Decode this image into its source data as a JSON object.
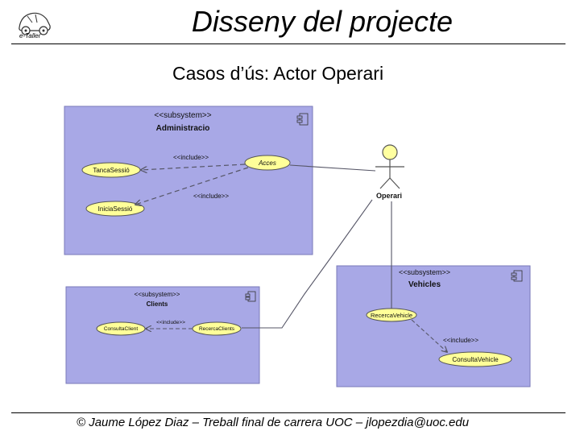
{
  "header": {
    "logo_text": "e-Taller",
    "title": "Disseny del projecte"
  },
  "subtitle": "Casos d’ús: Actor Operari",
  "footer": "© Jaume López Diaz – Treball final de carrera UOC – jlopezdia@uoc.edu",
  "colors": {
    "subsystem_fill": "#a8a8e6",
    "usecase_fill": "#ffff99",
    "actor_fill": "#ffffa0",
    "line": "#555566"
  },
  "diagram": {
    "actor": {
      "name": "Operari"
    },
    "subsystems": {
      "administracio": {
        "stereotype": "<<subsystem>>",
        "name": "Administracio",
        "usecases": {
          "acces": "Acces",
          "tanca": "TancaSessió",
          "inicia": "IniciaSessió"
        },
        "includes": [
          "<<include>>",
          "<<include>>"
        ]
      },
      "clients": {
        "stereotype": "<<subsystem>>",
        "name": "Clients",
        "usecases": {
          "consulta": "ConsultaClient",
          "recerca": "RecercaClients"
        },
        "includes": [
          "<<include>>"
        ]
      },
      "vehicles": {
        "stereotype": "<<subsystem>>",
        "name": "Vehicles",
        "usecases": {
          "recerca": "RecercaVehicle",
          "consulta": "ConsultaVehicle"
        },
        "includes": [
          "<<include>>"
        ]
      }
    }
  }
}
